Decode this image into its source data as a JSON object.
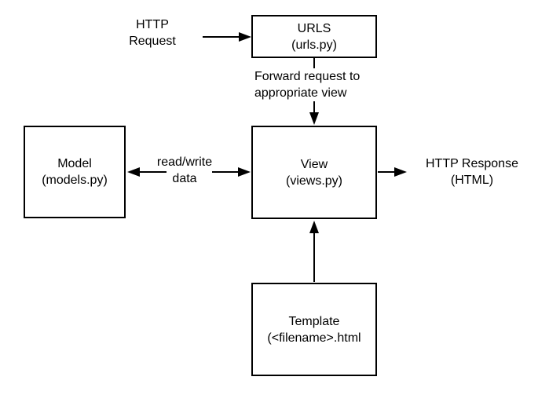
{
  "colors": {
    "stroke": "#000000",
    "background": "#ffffff"
  },
  "boxes": {
    "urls": {
      "line1": "URLS",
      "line2": "(urls.py)"
    },
    "model": {
      "line1": "Model",
      "line2": "(models.py)"
    },
    "view": {
      "line1": "View",
      "line2": "(views.py)"
    },
    "template": {
      "line1": "Template",
      "line2": "(<filename>.html"
    }
  },
  "labels": {
    "http_request": {
      "line1": "HTTP",
      "line2": "Request"
    },
    "forward": {
      "line1": "Forward request to",
      "line2": "appropriate view"
    },
    "read_write": {
      "line1": "read/write",
      "line2": "data"
    },
    "http_response": {
      "line1": "HTTP Response",
      "line2": "(HTML)"
    }
  }
}
